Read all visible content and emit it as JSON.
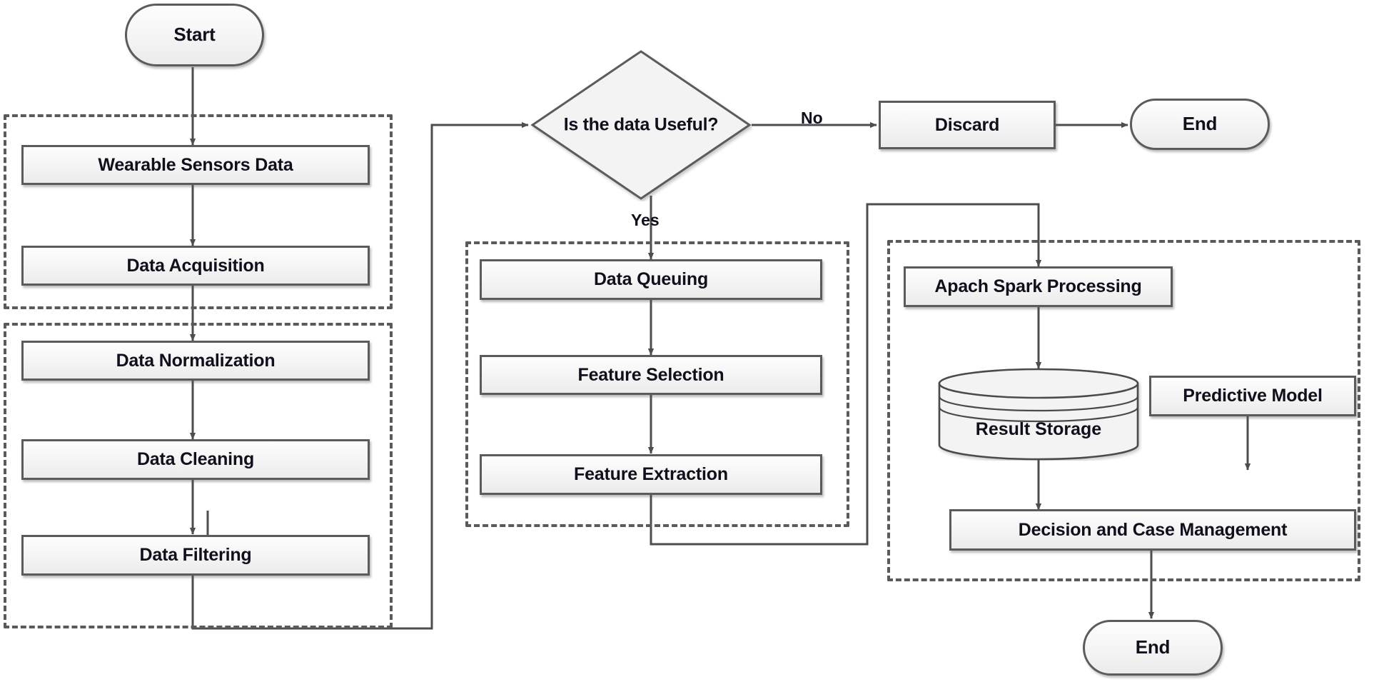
{
  "diagram": {
    "title": "Wearable sensor data processing flowchart",
    "background": "#ffffff",
    "node_fill": "#f4f4f4",
    "node_stroke": "#5b5b5b",
    "group_stroke": "#5a5a5a",
    "line_color": "#4d4d4d",
    "text_color": "#10101c"
  },
  "terminators": {
    "start": "Start",
    "end_discard": "End",
    "end_final": "End"
  },
  "decision": {
    "question": "Is the data Useful?",
    "yes_label": "Yes",
    "no_label": "No"
  },
  "groups": {
    "acquisition": {
      "name": "data-acquisition-group"
    },
    "preprocessing": {
      "name": "data-preprocessing-group"
    },
    "feature": {
      "name": "feature-engineering-group"
    },
    "analytics": {
      "name": "analytics-group"
    }
  },
  "nodes": {
    "wearable_sensors_data": "Wearable Sensors Data",
    "data_acquisition": "Data Acquisition",
    "data_normalization": "Data Normalization",
    "data_cleaning": "Data Cleaning",
    "data_filtering": "Data Filtering",
    "discard": "Discard",
    "data_queuing": "Data Queuing",
    "feature_selection": "Feature Selection",
    "feature_extraction": "Feature Extraction",
    "apach_spark_processing": "Apach Spark Processing",
    "result_storage": "Result Storage",
    "predictive_model": "Predictive Model",
    "decision_and_case_management": "Decision and Case Management"
  }
}
